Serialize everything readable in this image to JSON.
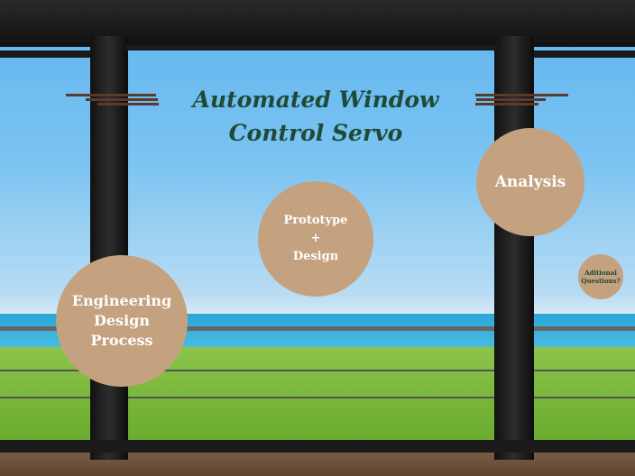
{
  "title": {
    "line1": "Automated Window",
    "line2": "Control Servo"
  },
  "topics": [
    {
      "label_lines": [
        "Engineering",
        "Design",
        "Process"
      ]
    },
    {
      "label_lines": [
        "Prototype",
        "+",
        "Design"
      ]
    },
    {
      "label_lines": [
        "Analysis"
      ]
    },
    {
      "label_lines": [
        "Aditional",
        "Questions?"
      ]
    }
  ],
  "colors": {
    "circle": "#c4a27f",
    "title": "#1f4a35"
  }
}
